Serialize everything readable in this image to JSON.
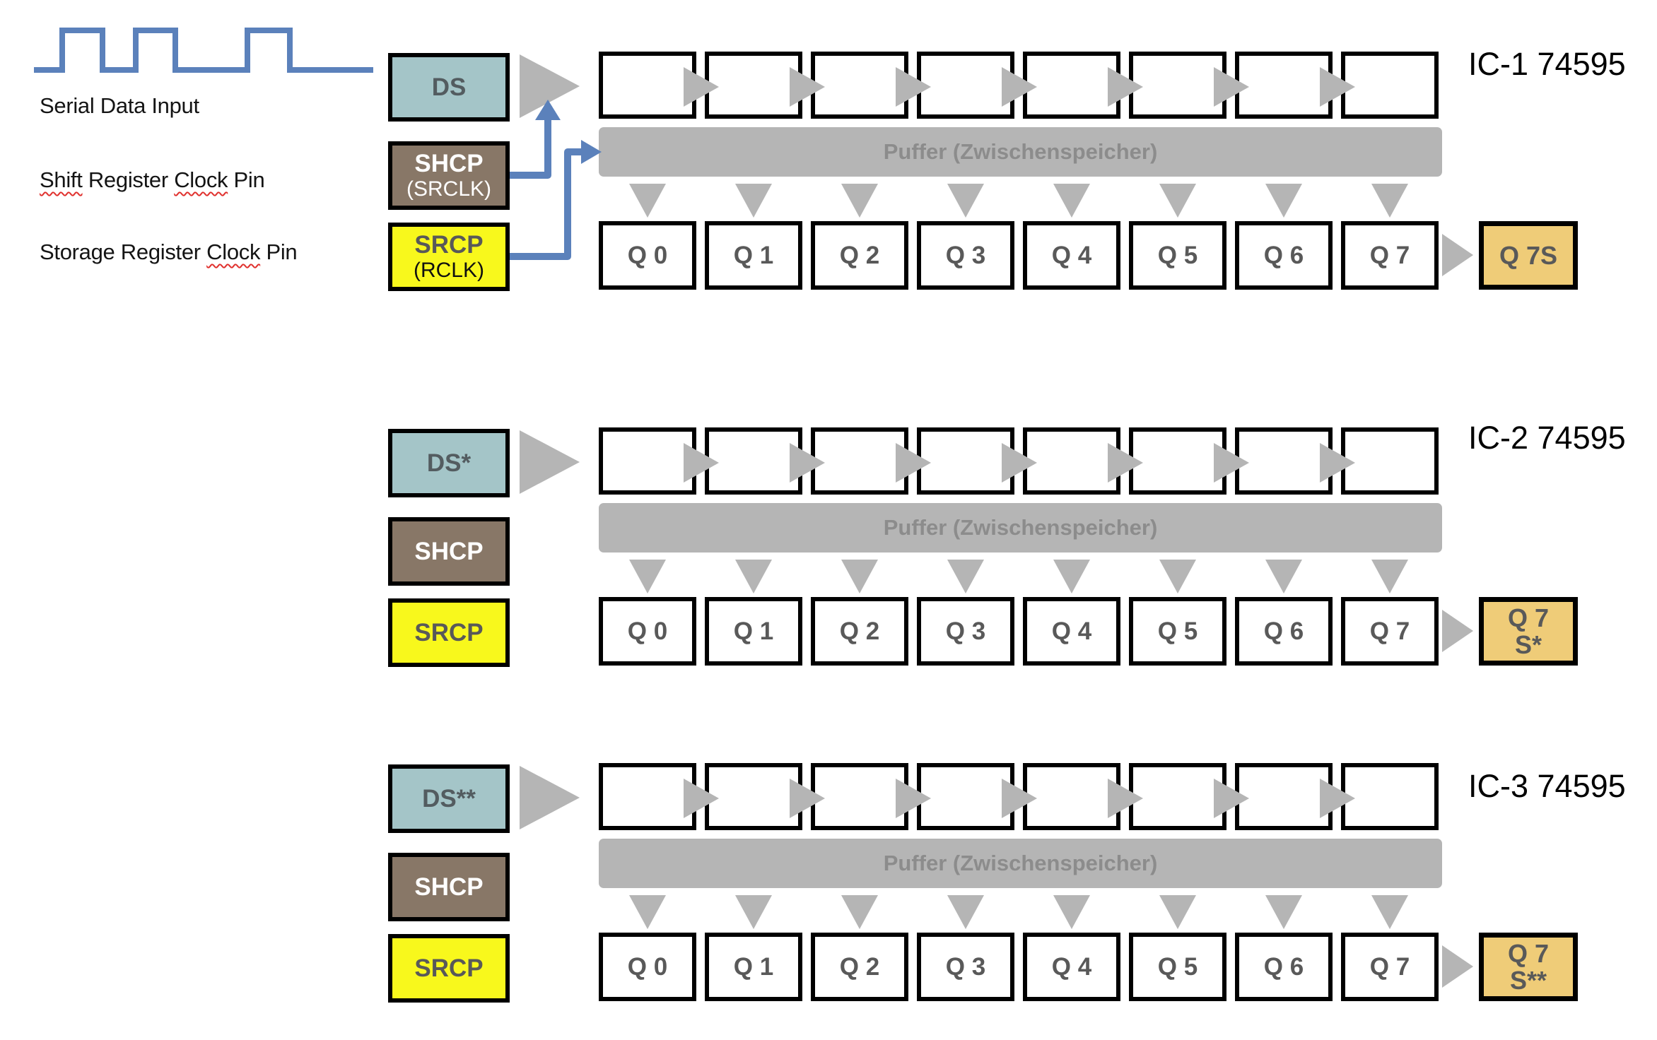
{
  "diagram": {
    "captions": [
      {
        "segments": [
          {
            "text": "Serial Data Input",
            "misspelled": false
          }
        ]
      },
      {
        "segments": [
          {
            "text": "Shift",
            "misspelled": true
          },
          {
            "text": " Register ",
            "misspelled": false
          },
          {
            "text": "Clock",
            "misspelled": true
          },
          {
            "text": " Pin",
            "misspelled": false
          }
        ]
      },
      {
        "segments": [
          {
            "text": "Storage Register ",
            "misspelled": false
          },
          {
            "text": "Clock",
            "misspelled": true
          },
          {
            "text": " Pin",
            "misspelled": false
          }
        ]
      }
    ],
    "ics": [
      {
        "name": "IC-1 74595",
        "pins": [
          {
            "id": "ds",
            "label": "DS",
            "sub": ""
          },
          {
            "id": "shcp",
            "label": "SHCP",
            "sub": "(SRCLK)"
          },
          {
            "id": "srcp",
            "label": "SRCP",
            "sub": "(RCLK)"
          }
        ],
        "buffer": "Puffer (Zwischenspeicher)",
        "outputs": [
          "Q 0",
          "Q 1",
          "Q 2",
          "Q 3",
          "Q 4",
          "Q 5",
          "Q 6",
          "Q 7"
        ],
        "serial_out": [
          "Q 7S"
        ]
      },
      {
        "name": "IC-2 74595",
        "pins": [
          {
            "id": "ds",
            "label": "DS*",
            "sub": ""
          },
          {
            "id": "shcp",
            "label": "SHCP",
            "sub": ""
          },
          {
            "id": "srcp",
            "label": "SRCP",
            "sub": ""
          }
        ],
        "buffer": "Puffer (Zwischenspeicher)",
        "outputs": [
          "Q 0",
          "Q 1",
          "Q 2",
          "Q 3",
          "Q 4",
          "Q 5",
          "Q 6",
          "Q 7"
        ],
        "serial_out": [
          "Q 7",
          "S*"
        ]
      },
      {
        "name": "IC-3 74595",
        "pins": [
          {
            "id": "ds",
            "label": "DS**",
            "sub": ""
          },
          {
            "id": "shcp",
            "label": "SHCP",
            "sub": ""
          },
          {
            "id": "srcp",
            "label": "SRCP",
            "sub": ""
          }
        ],
        "buffer": "Puffer (Zwischenspeicher)",
        "outputs": [
          "Q 0",
          "Q 1",
          "Q 2",
          "Q 3",
          "Q 4",
          "Q 5",
          "Q 6",
          "Q 7"
        ],
        "serial_out": [
          "Q 7",
          "S**"
        ]
      }
    ],
    "colors": {
      "connector": "#5b81bb",
      "ds_fill": "#a4c5c8",
      "shcp_fill": "#887767",
      "srcp_fill": "#f8f81c",
      "serial_out_fill": "#efcc78",
      "shape_gray": "#b5b5b5",
      "buffer_text_gray": "#8c8c8c",
      "pin_text_gray": "#595959",
      "squiggle_red": "#e0312e"
    }
  }
}
